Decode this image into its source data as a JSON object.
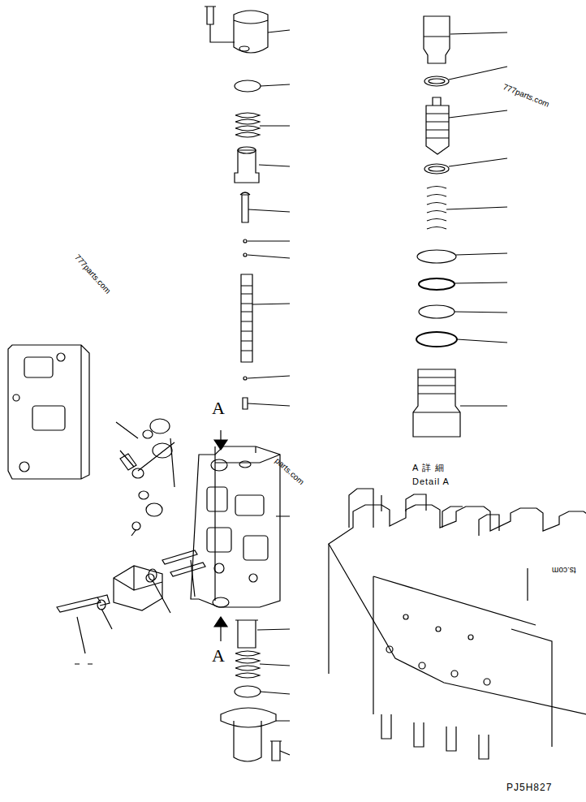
{
  "diagram": {
    "labels": [
      "777parts.com",
      "777parts.com",
      "parts.com",
      "ts.com",
      "A",
      "A",
      "A 詳 細",
      "Detail A",
      "PJ5H827"
    ]
  }
}
